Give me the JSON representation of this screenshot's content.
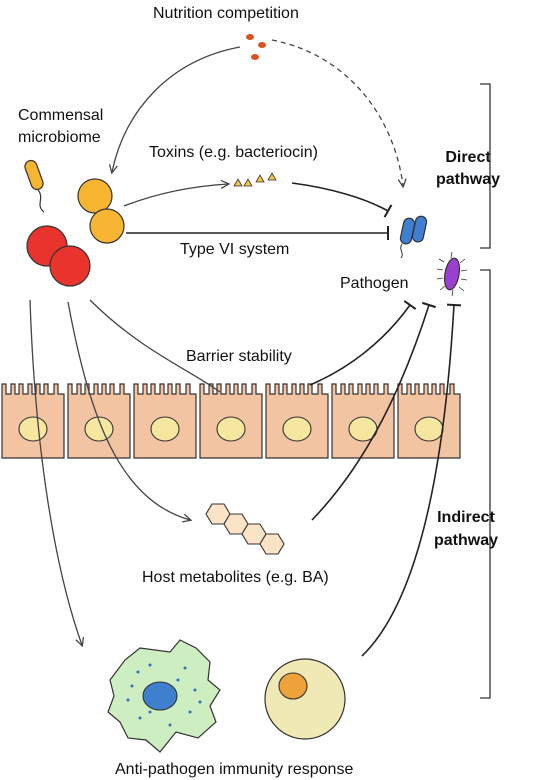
{
  "labels": {
    "nutrition_competition": "Nutrition competition",
    "commensal_line1": "Commensal",
    "commensal_line2": "microbiome",
    "toxins": "Toxins (e.g. bacteriocin)",
    "type_vi": "Type VI system",
    "pathogen": "Pathogen",
    "barrier": "Barrier stability",
    "host_metabolites": "Host metabolites (e.g. BA)",
    "immunity": "Anti-pathogen immunity response",
    "direct_line1": "Direct",
    "direct_line2": "pathway",
    "indirect_line1": "Indirect",
    "indirect_line2": "pathway"
  },
  "colors": {
    "epithelium": "#f3c4a2",
    "nucleus": "#f5e6a0",
    "red_bacteria": "#e8342c",
    "yellow_bacteria": "#f7b531",
    "pathogen_blue": "#3f7fd0",
    "pathogen_purple": "#9b3fd0",
    "macrophage": "#cdeec0",
    "immune_cell": "#efeab5"
  }
}
